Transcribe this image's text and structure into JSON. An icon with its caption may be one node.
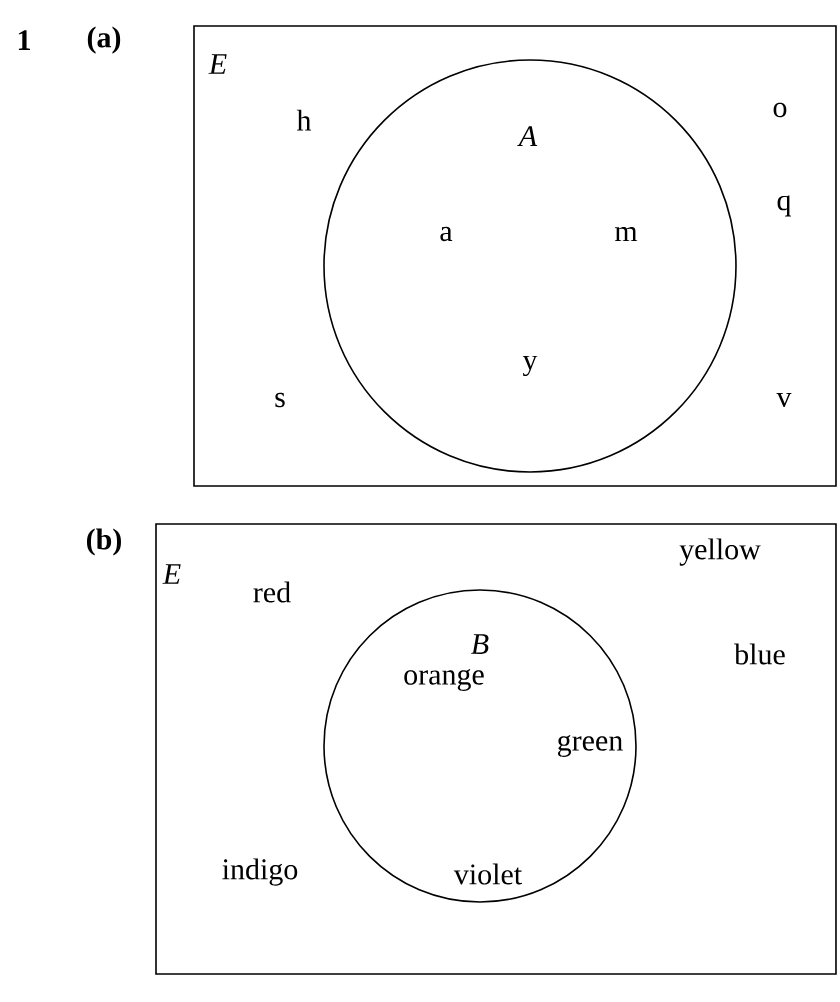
{
  "diagram": {
    "nodes": [
      {
        "text": [
          "E"
        ]
      },
      {
        "text": [
          "A",
          "a",
          "m",
          "y"
        ],
        "in": 0
      },
      {
        "text": [
          "E"
        ]
      },
      {
        "text": [
          "B",
          "orange",
          "green",
          "violet"
        ],
        "in": 2
      }
    ],
    "labels": [
      "1",
      "(a)",
      "h",
      "o",
      "q",
      "s",
      "v",
      "(b)",
      "red",
      "yellow",
      "blue",
      "indigo"
    ]
  }
}
